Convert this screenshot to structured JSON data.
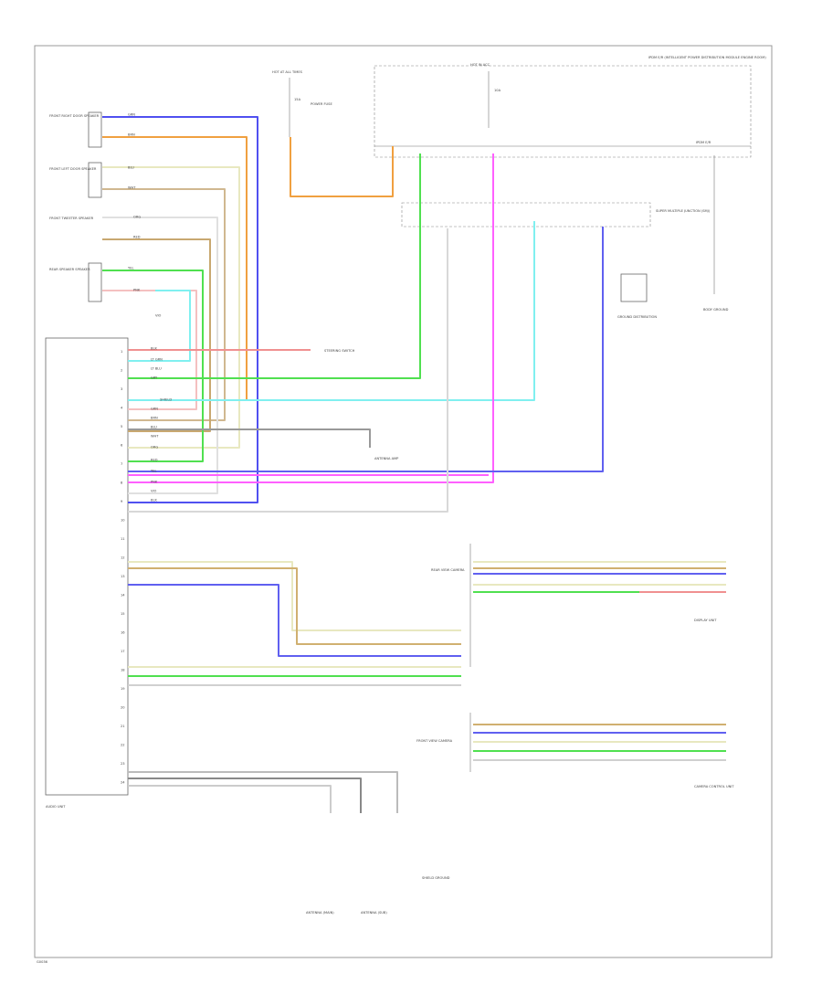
{
  "labels": {
    "front_right_door_spk": "FRONT RIGHT DOOR SPEAKER",
    "front_left_door_spk": "FRONT LEFT DOOR SPEAKER",
    "front_tweeter": "FRONT TWEETER SPEAKER",
    "rear_speaker": "REAR SPEAKER SPEAKER",
    "hot_at_all_times": "HOT AT ALL TIMES",
    "power_fuse": "POWER FUSE",
    "fuse_15a": "15A",
    "ipdm_title": "IPDM E/R (INTELLIGENT POWER DISTRIBUTION MODULE ENGINE ROOM)",
    "hot_in_acc": "HOT IN ACC",
    "fuse_10a": "10A",
    "ipdm_main": "IPDM E/R",
    "junction_block": "SUPER MULTIPLE JUNCTION (SMJ)",
    "ground_distribution": "GROUND DISTRIBUTION",
    "body_ground": "BODY GROUND",
    "audio_unit": "AUDIO UNIT",
    "steering_switch": "STEERING SWITCH",
    "antenna_amp": "ANTENNA AMP",
    "rear_view_camera": "REAR VIEW CAMERA",
    "display_unit": "DISPLAY UNIT",
    "front_view_camera": "FRONT VIEW CAMERA",
    "camera_control_unit": "CAMERA CONTROL UNIT",
    "antenna_main": "ANTENNA (MAIN)",
    "antenna_sub": "ANTENNA (SUB)",
    "shield_ground": "SHIELD GROUND",
    "ground_code": "G0036"
  },
  "audio_pins": [
    "1",
    "2",
    "3",
    "4",
    "5",
    "6",
    "7",
    "8",
    "9",
    "10",
    "11",
    "12",
    "13",
    "14",
    "15",
    "16",
    "17",
    "18",
    "19",
    "20",
    "21",
    "22",
    "23",
    "24"
  ],
  "wire_codes": [
    "GRN",
    "BRN",
    "BLU",
    "WHT",
    "ORG",
    "RED",
    "YEL",
    "PNK",
    "VIO",
    "BLK",
    "LT GRN",
    "LT BLU",
    "GRY",
    "SHIELD"
  ]
}
